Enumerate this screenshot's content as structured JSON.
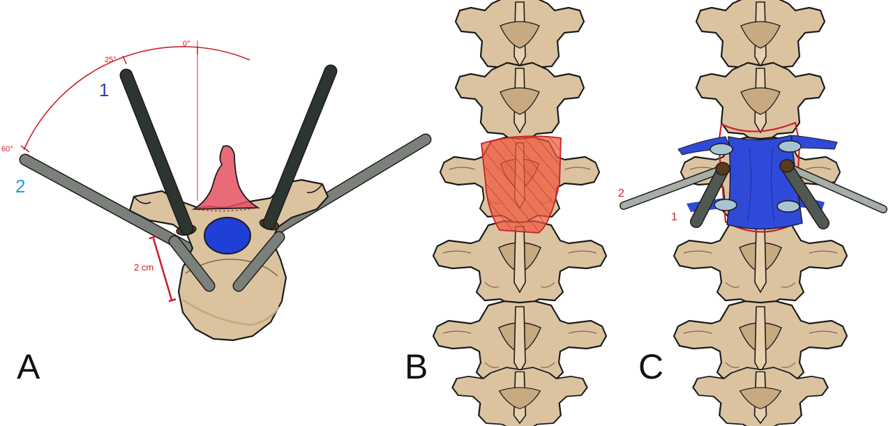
{
  "panels": {
    "a": {
      "letter": "A"
    },
    "b": {
      "letter": "B"
    },
    "c": {
      "letter": "C"
    }
  },
  "angles": {
    "zero": "0°",
    "twenty_five": "25°",
    "sixty": "60°"
  },
  "trajectories": {
    "one": "1",
    "two": "2"
  },
  "measurement": {
    "depth": "2 cm"
  },
  "c_labels": {
    "one": "1",
    "two": "2"
  },
  "colors": {
    "bone": "#dcc3a0",
    "bone_shade": "#c9a97f",
    "outline": "#1b1b1b",
    "annotation_red": "#c8202a",
    "canal_blue": "#1f3fd6",
    "dura_blue": "#2f49d8",
    "laminectomy_red": "#ef5a3a",
    "dark_rod": "#2c3530",
    "light_rod": "#7b817a",
    "label_blue_1": "#2a3fb8",
    "label_blue_2": "#2a9ad6"
  },
  "icons": {
    "vertebra_axial": "vertebra-axial-icon",
    "spine_posterior": "spine-posterior-icon"
  }
}
